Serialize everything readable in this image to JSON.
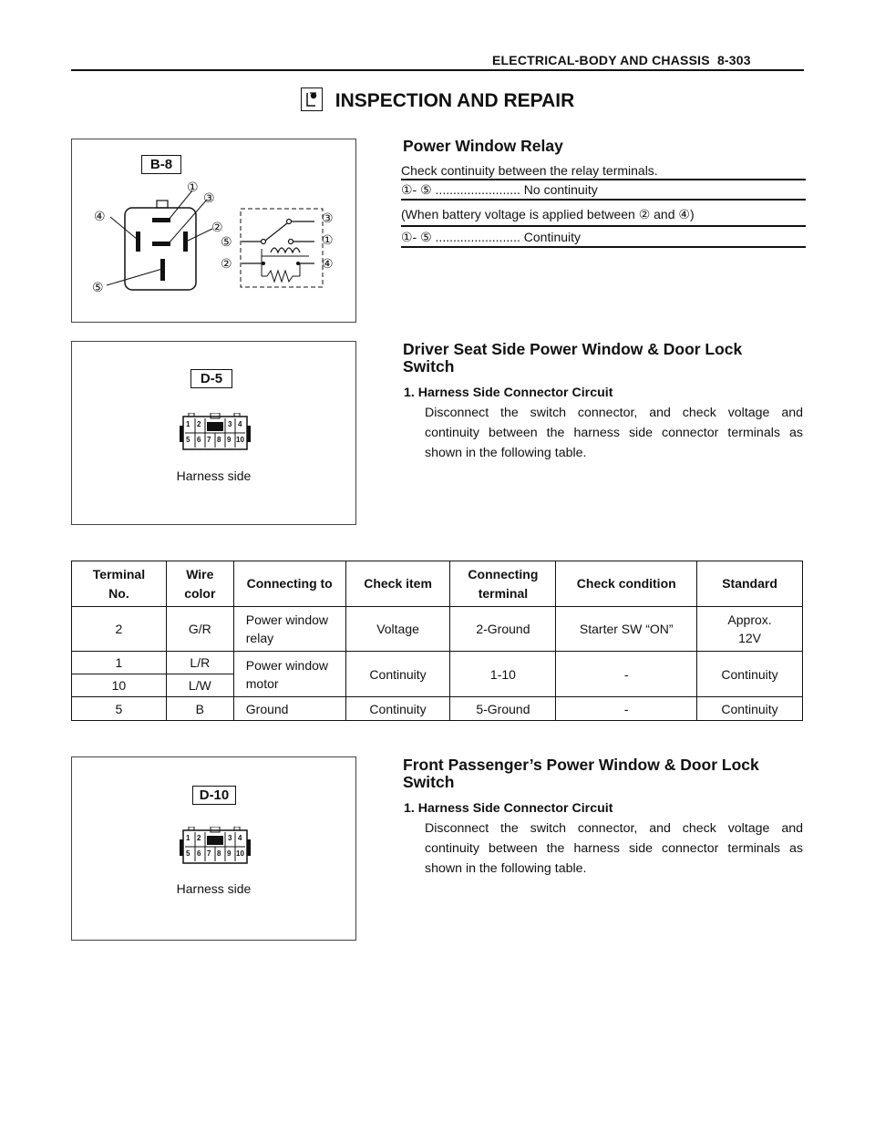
{
  "header": {
    "section": "ELECTRICAL-BODY AND CHASSIS",
    "page": "8-303"
  },
  "title": "INSPECTION AND REPAIR",
  "relay": {
    "figure_tag": "B-8",
    "title": "Power Window Relay",
    "intro": "Check continuity between the relay terminals.",
    "line1": "①- ⑤ ........................ No continuity",
    "line2": "(When battery voltage is applied between ② and ④)",
    "line3": "①- ⑤ ........................ Continuity",
    "pins": [
      "①",
      "②",
      "③",
      "④",
      "⑤"
    ]
  },
  "driver": {
    "figure_tag": "D-5",
    "caption": "Harness side",
    "title_line1": "Driver Seat Side Power Window & Door Lock",
    "title_line2": "Switch",
    "step": "1.  Harness Side Connector Circuit",
    "text": "Disconnect the switch connector, and check voltage and continuity between the harness side connector terminals as shown in the following table.",
    "connector_top": [
      "1",
      "2",
      "",
      "3",
      "4"
    ],
    "connector_bottom": [
      "5",
      "6",
      "7",
      "8",
      "9",
      "10"
    ]
  },
  "table": {
    "headers": {
      "terminal_1": "Terminal",
      "terminal_2": "No.",
      "wire_1": "Wire",
      "wire_2": "color",
      "connecting_to": "Connecting to",
      "check_item": "Check item",
      "conn_term_1": "Connecting",
      "conn_term_2": "terminal",
      "check_condition": "Check condition",
      "standard": "Standard"
    },
    "row1": {
      "terminal": "2",
      "wire": "G/R",
      "connecting_to_1": "Power window",
      "connecting_to_2": "relay",
      "check_item": "Voltage",
      "terminal_conn": "2-Ground",
      "condition": "Starter SW “ON”",
      "standard_1": "Approx.",
      "standard_2": "12V"
    },
    "row2": {
      "terminal": "1",
      "wire": "L/R"
    },
    "row3": {
      "terminal": "10",
      "wire": "L/W"
    },
    "row23": {
      "connecting_to_1": "Power window",
      "connecting_to_2": "motor",
      "check_item": "Continuity",
      "terminal_conn": "1-10",
      "condition": "-",
      "standard": "Continuity"
    },
    "row4": {
      "terminal": "5",
      "wire": "B",
      "connecting_to": "Ground",
      "check_item": "Continuity",
      "terminal_conn": "5-Ground",
      "condition": "-",
      "standard": "Continuity"
    }
  },
  "passenger": {
    "figure_tag": "D-10",
    "caption": "Harness side",
    "title_line1": "Front Passenger’s Power Window & Door Lock",
    "title_line2": "Switch",
    "step": "1.  Harness Side Connector Circuit",
    "text": "Disconnect the switch connector, and check voltage and continuity between the harness side connector terminals as shown in the following table.",
    "connector_top": [
      "1",
      "2",
      "",
      "3",
      "4"
    ],
    "connector_bottom": [
      "5",
      "6",
      "7",
      "8",
      "9",
      "10"
    ]
  }
}
